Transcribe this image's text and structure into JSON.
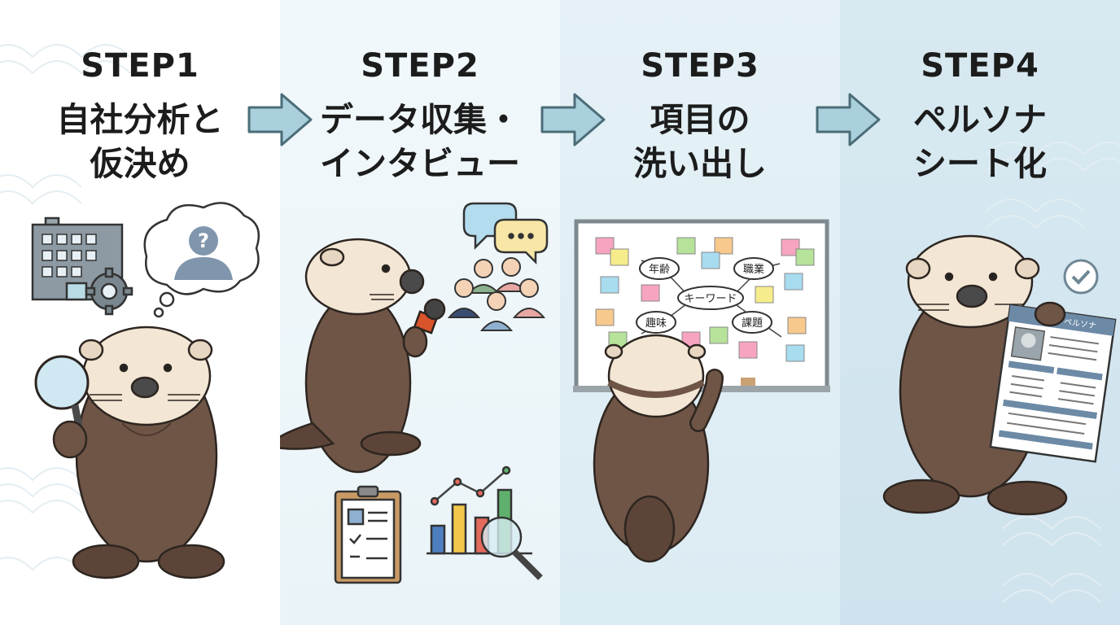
{
  "steps": [
    {
      "label": "STEP1",
      "title_lines": [
        "自社分析と",
        "仮決め"
      ]
    },
    {
      "label": "STEP2",
      "title_lines": [
        "データ収集・",
        "インタビュー"
      ]
    },
    {
      "label": "STEP3",
      "title_lines": [
        "項目の",
        "洗い出し"
      ]
    },
    {
      "label": "STEP4",
      "title_lines": [
        "ペルソナ",
        "シート化"
      ]
    }
  ],
  "whiteboard": {
    "center_keyword": "キーワード",
    "nodes": [
      "年齢",
      "職業",
      "趣味",
      "課題"
    ]
  },
  "persona_sheet": {
    "header": "ペルソナ"
  },
  "colors": {
    "otter_body": "#6f5546",
    "otter_face": "#f3e6d4",
    "arrow_fill": "#a9d0dc",
    "arrow_stroke": "#4b6d78"
  },
  "icons": [
    "building-gear-icon",
    "thought-bubble-person-icon",
    "magnifier-icon",
    "speech-bubbles-icon",
    "microphone-icon",
    "people-group-icon",
    "clipboard-icon",
    "bar-chart-icon",
    "checkmark-icon"
  ]
}
